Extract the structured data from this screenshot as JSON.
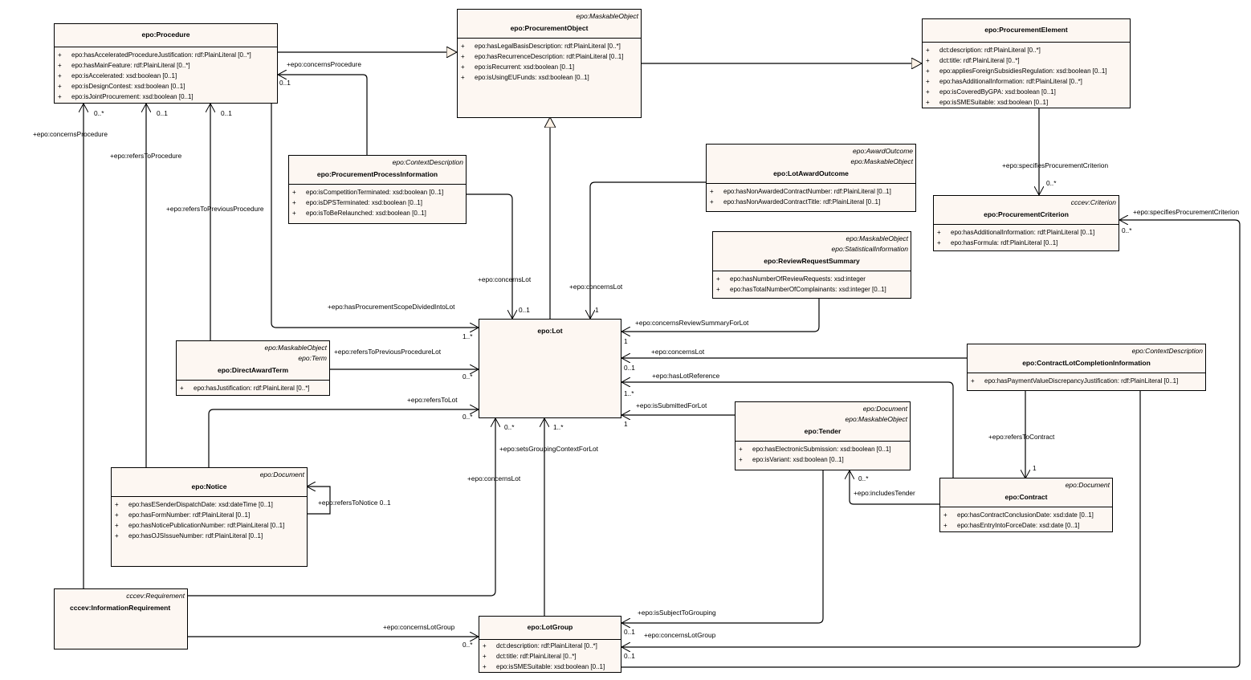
{
  "diagram": {
    "type": "UML class diagram",
    "classes": {
      "procedure": {
        "stereotypes": [],
        "name": "epo:Procedure",
        "attributes": [
          "epo:hasAcceleratedProcedureJustification: rdf:PlainLiteral [0..*]",
          "epo:hasMainFeature: rdf:PlainLiteral [0..*]",
          "epo:isAccelerated: xsd:boolean [0..1]",
          "epo:isDesignContest: xsd:boolean [0..1]",
          "epo:isJointProcurement: xsd:boolean [0..1]"
        ]
      },
      "procurement_object": {
        "stereotypes": [
          "epo:MaskableObject"
        ],
        "name": "epo:ProcurementObject",
        "attributes": [
          "epo:hasLegalBasisDescription: rdf:PlainLiteral [0..*]",
          "epo:hasRecurrenceDescription: rdf:PlainLiteral [0..1]",
          "epo:isRecurrent: xsd:boolean [0..1]",
          "epo:isUsingEUFunds: xsd:boolean [0..1]"
        ]
      },
      "procurement_element": {
        "stereotypes": [],
        "name": "epo:ProcurementElement",
        "attributes": [
          "dct:description: rdf:PlainLiteral [0..*]",
          "dct:title: rdf:PlainLiteral [0..*]",
          "epo:appliesForeignSubsidiesRegulation: xsd:boolean [0..1]",
          "epo:hasAdditionalInformation: rdf:PlainLiteral [0..*]",
          "epo:isCoveredByGPA: xsd:boolean [0..1]",
          "epo:isSMESuitable: xsd:boolean [0..1]"
        ]
      },
      "procurement_criterion": {
        "stereotypes": [
          "cccev:Criterion"
        ],
        "name": "epo:ProcurementCriterion",
        "attributes": [
          "epo:hasAdditionalInformation: rdf:PlainLiteral [0..1]",
          "epo:hasFormula: rdf:PlainLiteral [0..1]"
        ]
      },
      "procurement_process_information": {
        "stereotypes": [
          "epo:ContextDescription"
        ],
        "name": "epo:ProcurementProcessInformation",
        "attributes": [
          "epo:isCompetitionTerminated: xsd:boolean [0..1]",
          "epo:isDPSTerminated: xsd:boolean [0..1]",
          "epo:isToBeRelaunched: xsd:boolean [0..1]"
        ]
      },
      "lot_award_outcome": {
        "stereotypes": [
          "epo:AwardOutcome",
          "epo:MaskableObject"
        ],
        "name": "epo:LotAwardOutcome",
        "attributes": [
          "epo:hasNonAwardedContractNumber: rdf:PlainLiteral [0..1]",
          "epo:hasNonAwardedContractTitle: rdf:PlainLiteral [0..1]"
        ]
      },
      "review_request_summary": {
        "stereotypes": [
          "epo:MaskableObject",
          "epo:StatisticalInformation"
        ],
        "name": "epo:ReviewRequestSummary",
        "attributes": [
          "epo:hasNumberOfReviewRequests: xsd:integer",
          "epo:hasTotalNumberOfComplainants: xsd:integer [0..1]"
        ]
      },
      "lot": {
        "stereotypes": [],
        "name": "epo:Lot",
        "attributes": []
      },
      "direct_award_term": {
        "stereotypes": [
          "epo:MaskableObject",
          "epo:Term"
        ],
        "name": "epo:DirectAwardTerm",
        "attributes": [
          "epo:hasJustification: rdf:PlainLiteral [0..*]"
        ]
      },
      "contract_lot_completion_information": {
        "stereotypes": [
          "epo:ContextDescription"
        ],
        "name": "epo:ContractLotCompletionInformation",
        "attributes": [
          "epo:hasPaymentValueDiscrepancyJustification: rdf:PlainLiteral [0..1]"
        ]
      },
      "tender": {
        "stereotypes": [
          "epo:Document",
          "epo:MaskableObject"
        ],
        "name": "epo:Tender",
        "attributes": [
          "epo:hasElectronicSubmission: xsd:boolean [0..1]",
          "epo:isVariant: xsd:boolean [0..1]"
        ]
      },
      "contract": {
        "stereotypes": [
          "epo:Document"
        ],
        "name": "epo:Contract",
        "attributes": [
          "epo:hasContractConclusionDate: xsd:date [0..1]",
          "epo:hasEntryIntoForceDate: xsd:date [0..1]"
        ]
      },
      "notice": {
        "stereotypes": [
          "epo:Document"
        ],
        "name": "epo:Notice",
        "attributes": [
          "epo:hasESenderDispatchDate: xsd:dateTime [0..1]",
          "epo:hasFormNumber: rdf:PlainLiteral [0..1]",
          "epo:hasNoticePublicationNumber: rdf:PlainLiteral [0..1]",
          "epo:hasOJSIssueNumber: rdf:PlainLiteral [0..1]"
        ]
      },
      "information_requirement": {
        "stereotypes": [
          "cccev:Requirement"
        ],
        "name": "cccev:InformationRequirement",
        "attributes": []
      },
      "lot_group": {
        "stereotypes": [],
        "name": "epo:LotGroup",
        "attributes": [
          "dct:description: rdf:PlainLiteral [0..*]",
          "dct:title: rdf:PlainLiteral [0..*]",
          "epo:isSMESuitable: xsd:boolean [0..1]"
        ]
      }
    },
    "attr_prefix": "+",
    "association_labels": {
      "concerns_procedure_ppi": "+epo:concernsProcedure",
      "concerns_procedure_ppi_mult": "0..1",
      "concerns_procedure_ir": "+epo:concernsProcedure",
      "concerns_procedure_ir_mult": "0..*",
      "refers_to_procedure": "+epo:refersToProcedure",
      "refers_to_procedure_mult": "0..1",
      "refers_to_previous_procedure": "+epo:refersToPreviousProcedure",
      "refers_to_previous_procedure_mult": "0..1",
      "specifies_criterion_pe": "+epo:specifiesProcurementCriterion",
      "specifies_criterion_pe_mult": "0..*",
      "specifies_criterion_lg": "+epo:specifiesProcurementCriterion",
      "specifies_criterion_lg_mult": "0..*",
      "concerns_lot_ppi": "+epo:concernsLot",
      "concerns_lot_ppi_mult": "0..1",
      "concerns_lot_lao": "+epo:concernsLot",
      "concerns_lot_lao_mult": "1",
      "scope_divided": "+epo:hasProcurementScopeDividedIntoLot",
      "scope_divided_mult": "1..*",
      "review_summary_for_lot": "+epo:concernsReviewSummaryForLot",
      "review_summary_for_lot_mult": "1",
      "concerns_lot_clci": "+epo:concernsLot",
      "concerns_lot_clci_mult": "0..1",
      "has_lot_reference": "+epo:hasLotReference",
      "has_lot_reference_mult": "1..*",
      "submitted_for_lot": "+epo:isSubmittedForLot",
      "submitted_for_lot_mult": "1",
      "refers_to_previous_procedure_lot": "+epo:refersToPreviousProcedureLot",
      "refers_to_previous_procedure_lot_mult": "0..*",
      "refers_to_lot": "+epo:refersToLot",
      "refers_to_lot_mult": "0..*",
      "concerns_lot_ir": "+epo:concernsLot",
      "concerns_lot_ir_mult": "0..*",
      "sets_grouping_context": "+epo:setsGroupingContextForLot",
      "sets_grouping_context_mult": "1..*",
      "refers_to_notice": "+epo:refersToNotice 0..1",
      "refers_to_contract": "+epo:refersToContract",
      "refers_to_contract_mult": "1",
      "includes_tender": "+epo:includesTender",
      "includes_tender_mult": "0..*",
      "is_subject_to_grouping": "+epo:isSubjectToGrouping",
      "is_subject_to_grouping_mult": "0..1",
      "concerns_lot_group_clci": "+epo:concernsLotGroup",
      "concerns_lot_group_clci_mult": "0..1",
      "concerns_lot_group_ir": "+epo:concernsLotGroup",
      "concerns_lot_group_ir_mult": "0..*"
    }
  }
}
